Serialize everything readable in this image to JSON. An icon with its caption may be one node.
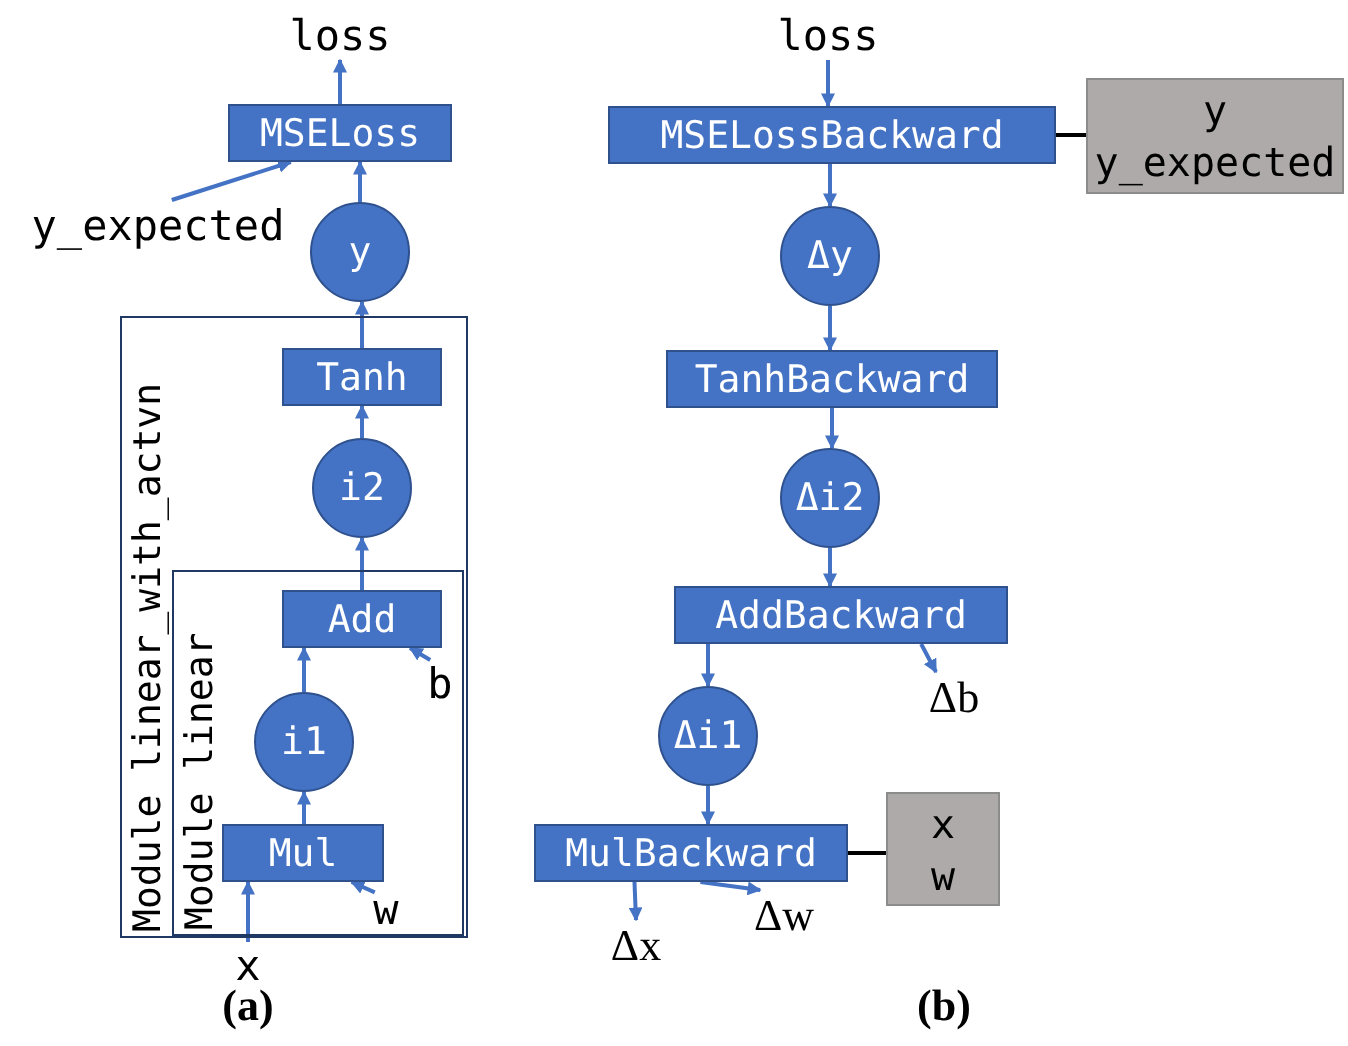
{
  "diagram": {
    "nodes": [
      {
        "text": [
          "loss"
        ]
      },
      {
        "text": [
          "MSELoss"
        ]
      },
      {
        "text": [
          "y_expected"
        ]
      },
      {
        "text": [
          "y"
        ]
      },
      {
        "text": [
          "Module linear_with_actvn"
        ]
      },
      {
        "text": [
          "Tanh"
        ],
        "in": 4
      },
      {
        "text": [
          "i2"
        ],
        "in": 4
      },
      {
        "text": [
          "Module linear"
        ],
        "in": 4
      },
      {
        "text": [
          "Add"
        ],
        "in": 7
      },
      {
        "text": [
          "b"
        ],
        "in": 7
      },
      {
        "text": [
          "i1"
        ],
        "in": 7
      },
      {
        "text": [
          "Mul"
        ],
        "in": 7
      },
      {
        "text": [
          "w"
        ],
        "in": 7
      },
      {
        "text": [
          "x"
        ]
      },
      {
        "text": [
          "loss"
        ]
      },
      {
        "text": [
          "MSELossBackward"
        ]
      },
      {
        "text": [
          "y",
          "y_expected"
        ]
      },
      {
        "text": [
          "Δy"
        ]
      },
      {
        "text": [
          "TanhBackward"
        ]
      },
      {
        "text": [
          "Δi2"
        ]
      },
      {
        "text": [
          "AddBackward"
        ]
      },
      {
        "text": [
          "Δb"
        ]
      },
      {
        "text": [
          "Δi1"
        ]
      },
      {
        "text": [
          "MulBackward"
        ]
      },
      {
        "text": [
          "x",
          "w"
        ]
      },
      {
        "text": [
          "Δx"
        ]
      },
      {
        "text": [
          "Δw"
        ]
      }
    ],
    "edges": [
      {
        "from": 1,
        "to": 0,
        "arrow": "to"
      },
      {
        "from": 2,
        "to": 1,
        "arrow": "to"
      },
      {
        "from": 3,
        "to": 1,
        "arrow": "to"
      },
      {
        "from": 5,
        "to": 3,
        "arrow": "to"
      },
      {
        "from": 6,
        "to": 5,
        "arrow": "to"
      },
      {
        "from": 8,
        "to": 6,
        "arrow": "to"
      },
      {
        "from": 9,
        "to": 8,
        "arrow": "to"
      },
      {
        "from": 10,
        "to": 8,
        "arrow": "to"
      },
      {
        "from": 11,
        "to": 10,
        "arrow": "to"
      },
      {
        "from": 12,
        "to": 11,
        "arrow": "to"
      },
      {
        "from": 13,
        "to": 11,
        "arrow": "to"
      },
      {
        "from": 14,
        "to": 15,
        "arrow": "to"
      },
      {
        "from": 15,
        "to": 16,
        "arrow": "none",
        "color": "#000000"
      },
      {
        "from": 15,
        "to": 17,
        "arrow": "to"
      },
      {
        "from": 17,
        "to": 18,
        "arrow": "to"
      },
      {
        "from": 18,
        "to": 19,
        "arrow": "to"
      },
      {
        "from": 19,
        "to": 20,
        "arrow": "to"
      },
      {
        "from": 20,
        "to": 21,
        "arrow": "to"
      },
      {
        "from": 20,
        "to": 22,
        "arrow": "to"
      },
      {
        "from": 22,
        "to": 23,
        "arrow": "to"
      },
      {
        "from": 23,
        "to": 24,
        "arrow": "none",
        "color": "#000000"
      },
      {
        "from": 23,
        "to": 25,
        "arrow": "to"
      },
      {
        "from": 23,
        "to": 26,
        "arrow": "to"
      }
    ],
    "labels": [
      "(a)",
      "(b)"
    ]
  }
}
